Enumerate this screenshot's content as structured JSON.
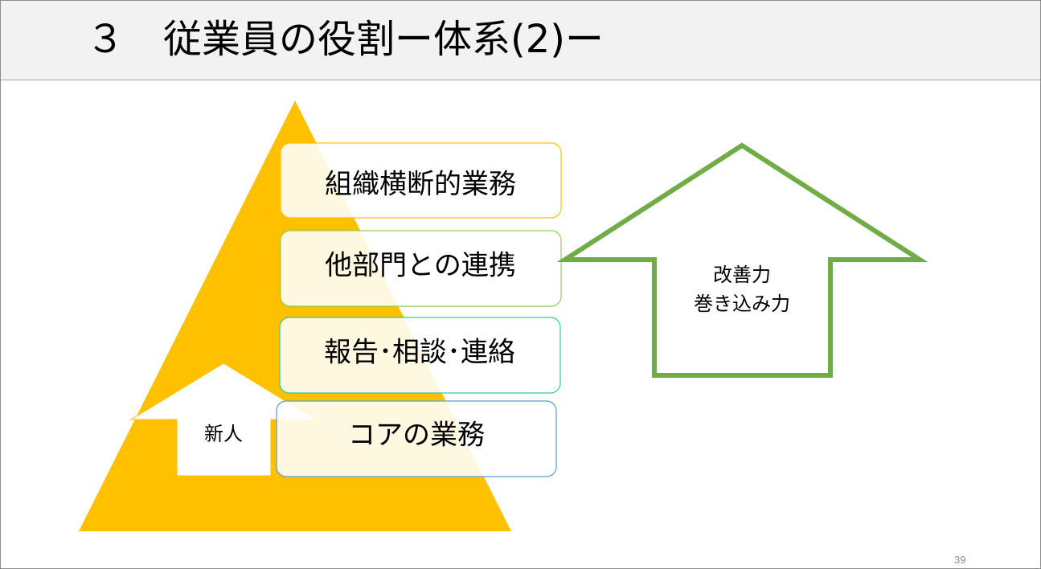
{
  "slide": {
    "title": "３　従業員の役割ー体系(2)ー",
    "page_number": "39"
  },
  "pyramid": {
    "color": "#ffc000",
    "levels": [
      {
        "label": "組織横断的業務",
        "border": "#ffc000"
      },
      {
        "label": "他部門との連携",
        "border": "#92d050"
      },
      {
        "label": "報告･相談･連絡",
        "border": "#2fcf8f"
      },
      {
        "label": "コアの業務",
        "border": "#5b9bd5"
      }
    ]
  },
  "newcomer_arrow": {
    "label": "新人"
  },
  "improvement_arrow": {
    "color": "#70ad47",
    "line1": "改善力",
    "line2": "巻き込み力"
  }
}
